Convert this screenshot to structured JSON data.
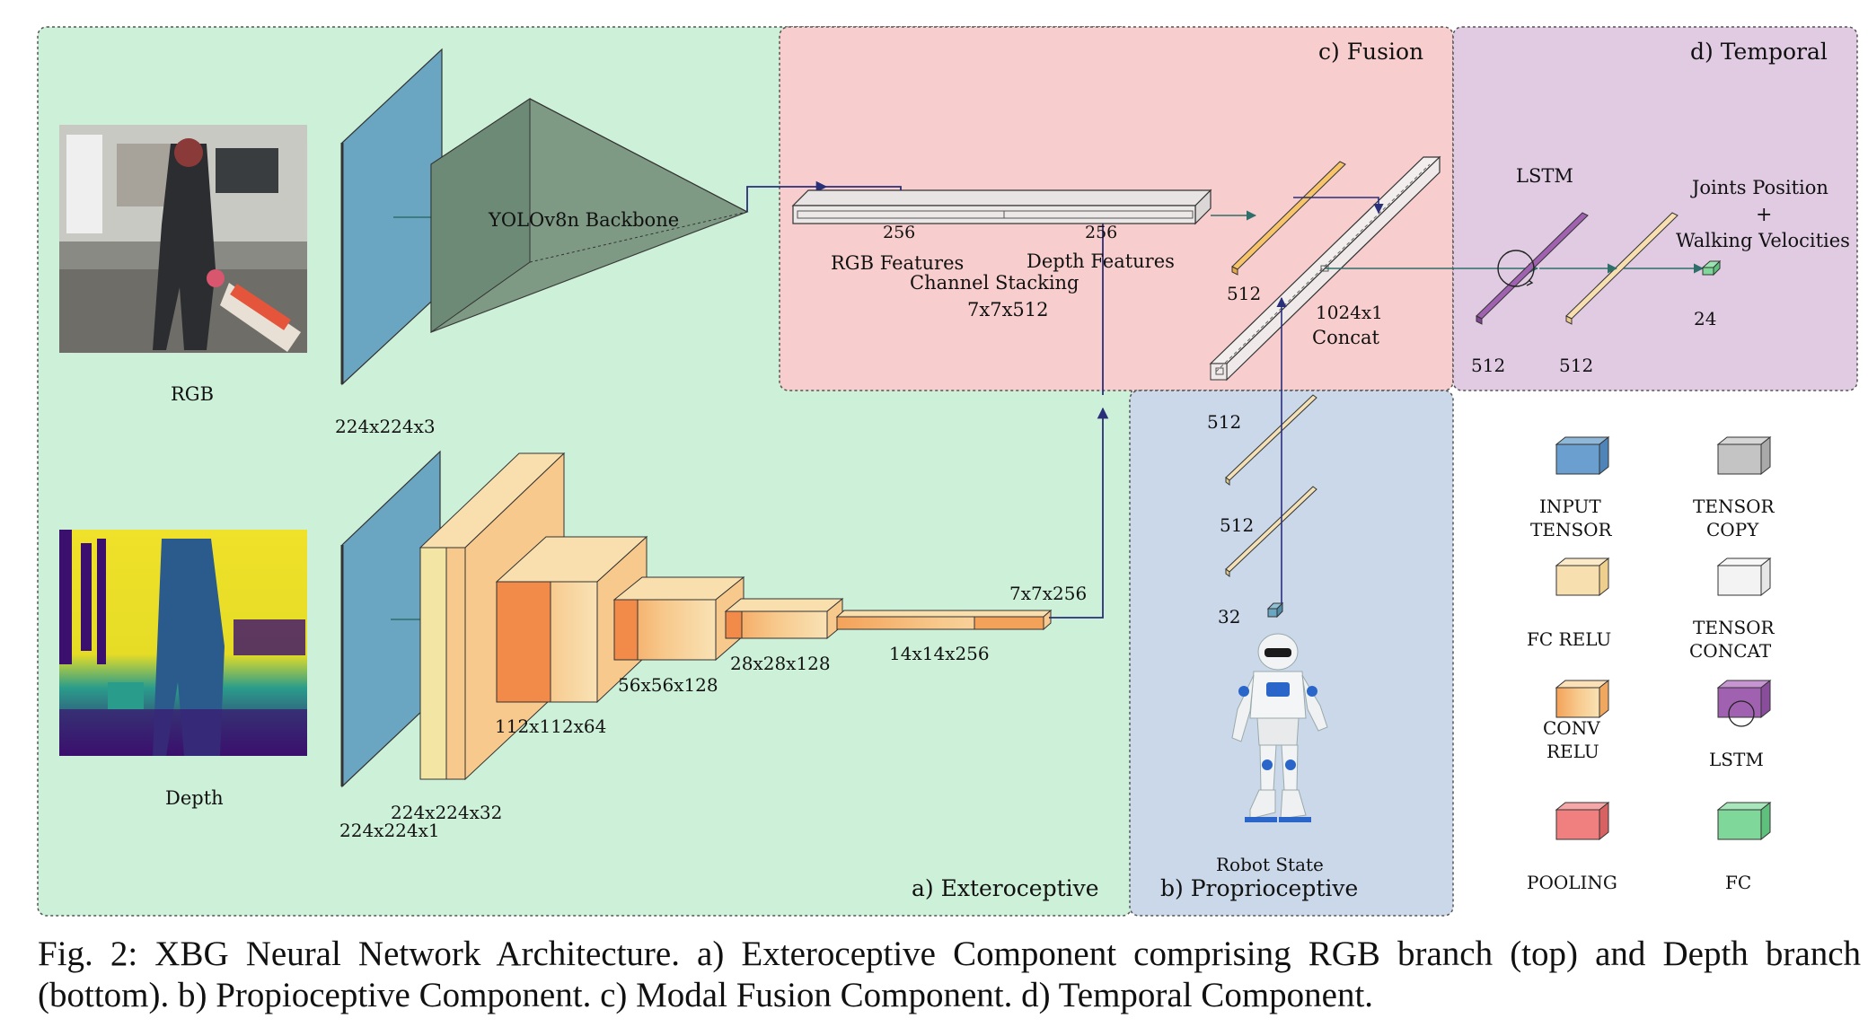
{
  "regions": {
    "exteroceptive": "a) Exteroceptive",
    "proprioceptive": "b) Proprioceptive",
    "fusion": "c) Fusion",
    "temporal": "d) Temporal"
  },
  "rgb": {
    "image_label": "RGB",
    "input_dim": "224x224x3",
    "backbone_label": "YOLOv8n Backbone"
  },
  "depth": {
    "image_label": "Depth",
    "input_dim": "224x224x1",
    "conv_dims": [
      "224x224x32",
      "112x112x64",
      "56x56x128",
      "28x28x128",
      "14x14x256"
    ],
    "output_dim": "7x7x256"
  },
  "fusion": {
    "rgb_feat_num": "256",
    "depth_feat_num": "256",
    "rgb_features": "RGB Features",
    "depth_features": "Depth Features",
    "stacking_line1": "Channel Stacking",
    "stacking_line2": "7x7x512",
    "fc_dim": "512",
    "concat_line1": "1024x1",
    "concat_line2": "Concat"
  },
  "temporal": {
    "lstm_label": "LSTM",
    "out_line1": "Joints Position",
    "out_plus": "+",
    "out_line2": "Walking Velocities",
    "lstm_dim": "512",
    "fc_dim": "512",
    "out_dim": "24"
  },
  "proprio": {
    "fc1_dim": "512",
    "fc2_dim": "512",
    "input_dim": "32",
    "robot_label": "Robot State"
  },
  "legend": {
    "input_tensor_1": "INPUT",
    "input_tensor_2": "TENSOR",
    "tensor_copy_1": "TENSOR",
    "tensor_copy_2": "COPY",
    "fc_relu": "FC RELU",
    "tensor_concat_1": "TENSOR",
    "tensor_concat_2": "CONCAT",
    "conv_relu_1": "CONV",
    "conv_relu_2": "RELU",
    "lstm": "LSTM",
    "pooling": "POOLING",
    "fc": "FC"
  },
  "caption": "Fig. 2: XBG Neural Network Architecture. a) Exteroceptive Component comprising RGB branch (top) and Depth branch (bottom). b) Propioceptive Component. c) Modal Fusion Component. d) Temporal Component.",
  "colors": {
    "extero_bg": "#cdf0d8",
    "fusion_bg": "#f8cdcd",
    "temporal_bg": "#e0cbe3",
    "proprio_bg": "#cad8ea",
    "input_tensor": "#6aa6c2",
    "conv": "#f7c98c",
    "fc_relu": "#f7dfb0",
    "lstm": "#a061b0",
    "pooling": "#f08080",
    "fc": "#7fd79a",
    "arrow": "#2a2f7a"
  }
}
